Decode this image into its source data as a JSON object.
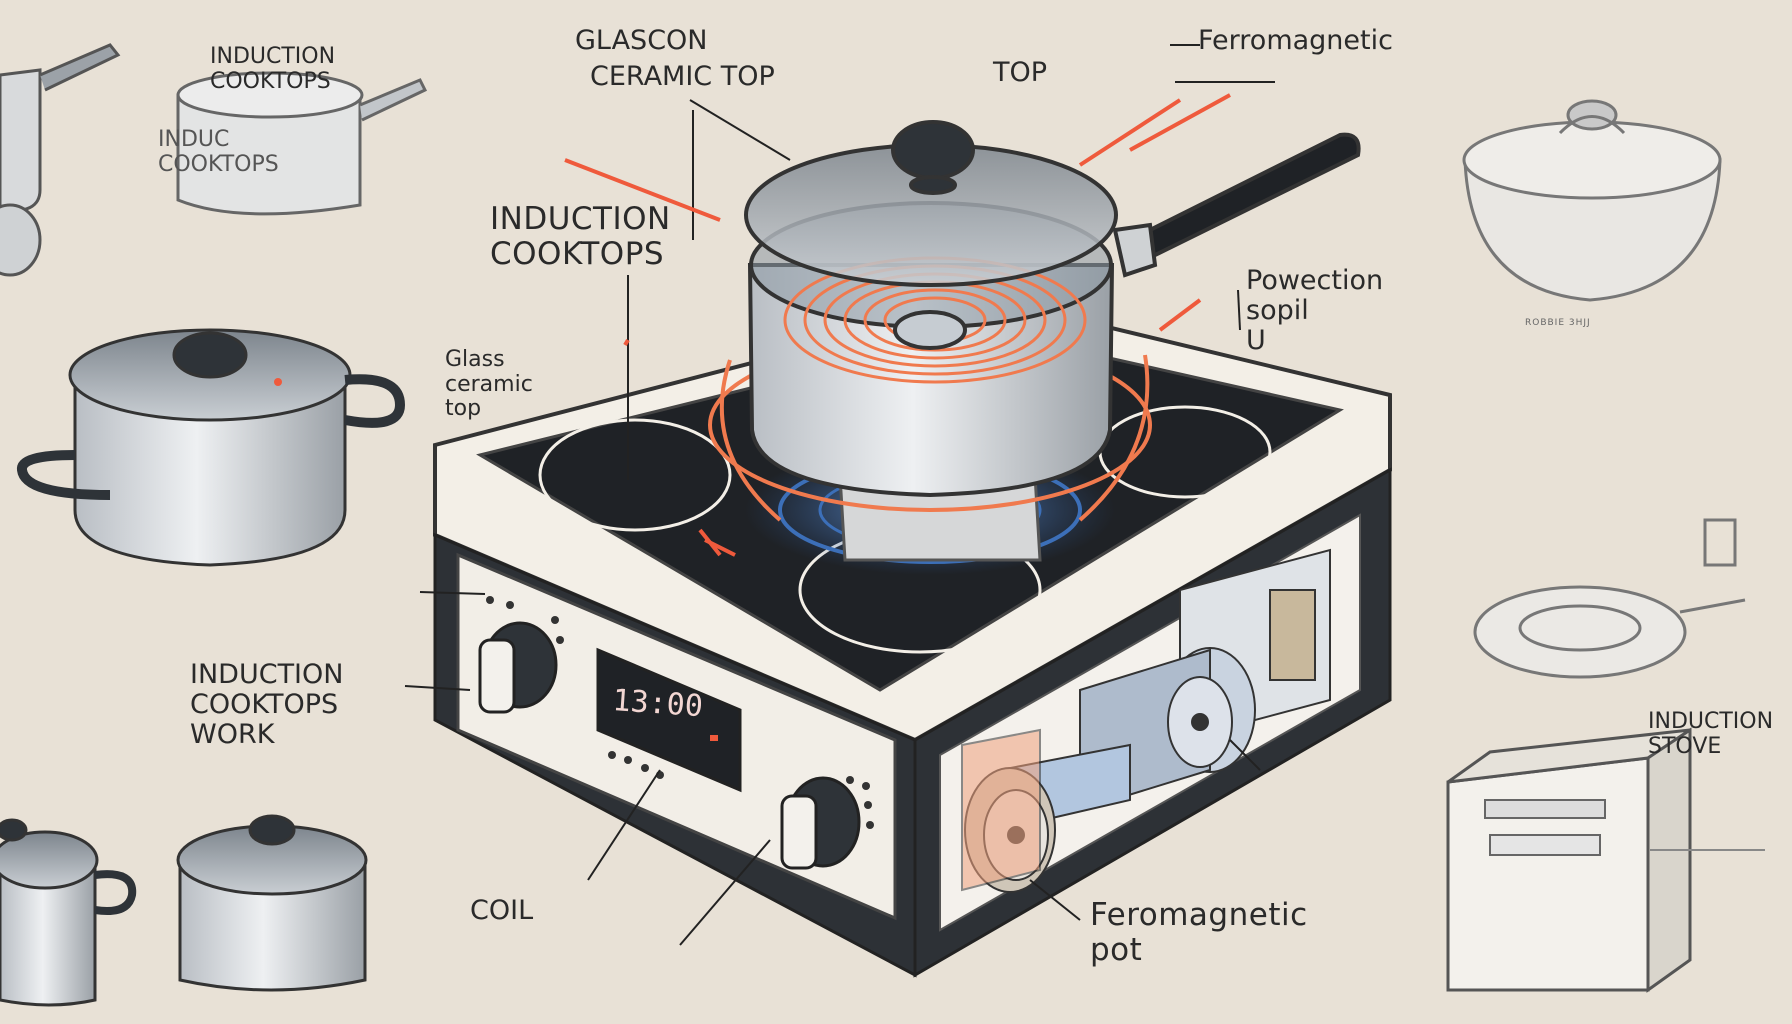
{
  "labels": {
    "glascon": "GLASCON",
    "ceramic_top": "CERAMIC TOP",
    "top": "TOP",
    "ferromagnetic_top": "Ferromagnetic",
    "induction_top_left": "INDUCTION\nCOOKTOPS",
    "induction_ghost": "INDUC\nCOOKTOPS",
    "induction_center": "INDUCTION\nCOOKTOPS",
    "glass_ceramic_top": "Glass\nceramic\ntop",
    "powection": "Powection\nsopil\nU",
    "induction_work": "INDUCTION\nCOOKTOPS\nWORK",
    "coil": "COIL",
    "feromagnetic_pot": "Feromagnetic\npot",
    "induction_stove": "INDUCTION\nSTOVE",
    "small_scribble": "ROBBIE 3HJJ"
  },
  "display": {
    "value": "13:00"
  },
  "colors": {
    "background": "#e8e1d6",
    "accent_red": "#ef5a3c",
    "coil_orange": "#f07a4e",
    "induction_blue": "#3c6fb8",
    "stove_body": "#f1ece4",
    "glass_top": "#1f2226"
  }
}
